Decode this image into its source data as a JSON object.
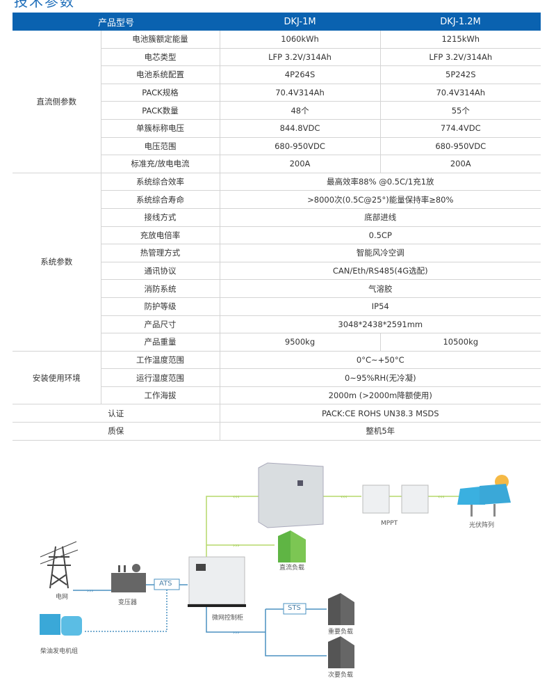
{
  "section_title": "技术参数",
  "table": {
    "header": [
      "产品型号",
      "DKJ-1M",
      "DKJ-1.2M"
    ],
    "groups": [
      {
        "category": "直流侧参数",
        "rows": [
          [
            "电池簇额定能量",
            "1060kWh",
            "1215kWh"
          ],
          [
            "电芯类型",
            "LFP 3.2V/314Ah",
            "LFP 3.2V/314Ah"
          ],
          [
            "电池系统配置",
            "4P264S",
            "5P242S"
          ],
          [
            "PACK规格",
            "70.4V314Ah",
            "70.4V314Ah"
          ],
          [
            "PACK数量",
            "48个",
            "55个"
          ],
          [
            "单簇标称电压",
            "844.8VDC",
            "774.4VDC"
          ],
          [
            "电压范围",
            "680-950VDC",
            "680-950VDC"
          ],
          [
            "标准充/放电电流",
            "200A",
            "200A"
          ]
        ]
      },
      {
        "category": "系统参数",
        "rows": [
          [
            "系统综合效率",
            "最高效率88% @0.5C/1充1放"
          ],
          [
            "系统综合寿命",
            ">8000次(0.5C@25°)能量保持率≥80%"
          ],
          [
            "接线方式",
            "底部进线"
          ],
          [
            "充放电倍率",
            "0.5CP"
          ],
          [
            "热管理方式",
            "智能风冷空调"
          ],
          [
            "通讯协议",
            "CAN/Eth/RS485(4G选配)"
          ],
          [
            "消防系统",
            "气溶胶"
          ],
          [
            "防护等级",
            "IP54"
          ],
          [
            "产品尺寸",
            "3048*2438*2591mm"
          ],
          [
            "产品重量",
            "9500kg",
            "10500kg"
          ]
        ]
      },
      {
        "category": "安装使用环境",
        "rows": [
          [
            "工作温度范围",
            "0°C~+50°C"
          ],
          [
            "运行湿度范围",
            "0~95%RH(无冷凝)"
          ],
          [
            "工作海拔",
            "2000m (>2000m降额使用)"
          ]
        ]
      }
    ],
    "footer_rows": [
      [
        "认证",
        "PACK:CE ROHS UN38.3 MSDS"
      ],
      [
        "质保",
        "整机5年"
      ]
    ]
  },
  "diagram": {
    "labels": {
      "grid": "电网",
      "transformer": "变压器",
      "ats": "ATS",
      "generator": "柴油发电机组",
      "cabinet": "微网控制柜",
      "dc_load": "直流负载",
      "mppt": "MPPT",
      "pv": "光伏阵列",
      "sts": "STS",
      "important_load": "重要负载",
      "secondary_load": "次要负载"
    },
    "colors": {
      "dc_line": "#b5d86a",
      "ac_line": "#4a90c0",
      "load": "#555555",
      "dc_load": "#5fb544",
      "equipment_blue": "#3aa8d8"
    }
  }
}
